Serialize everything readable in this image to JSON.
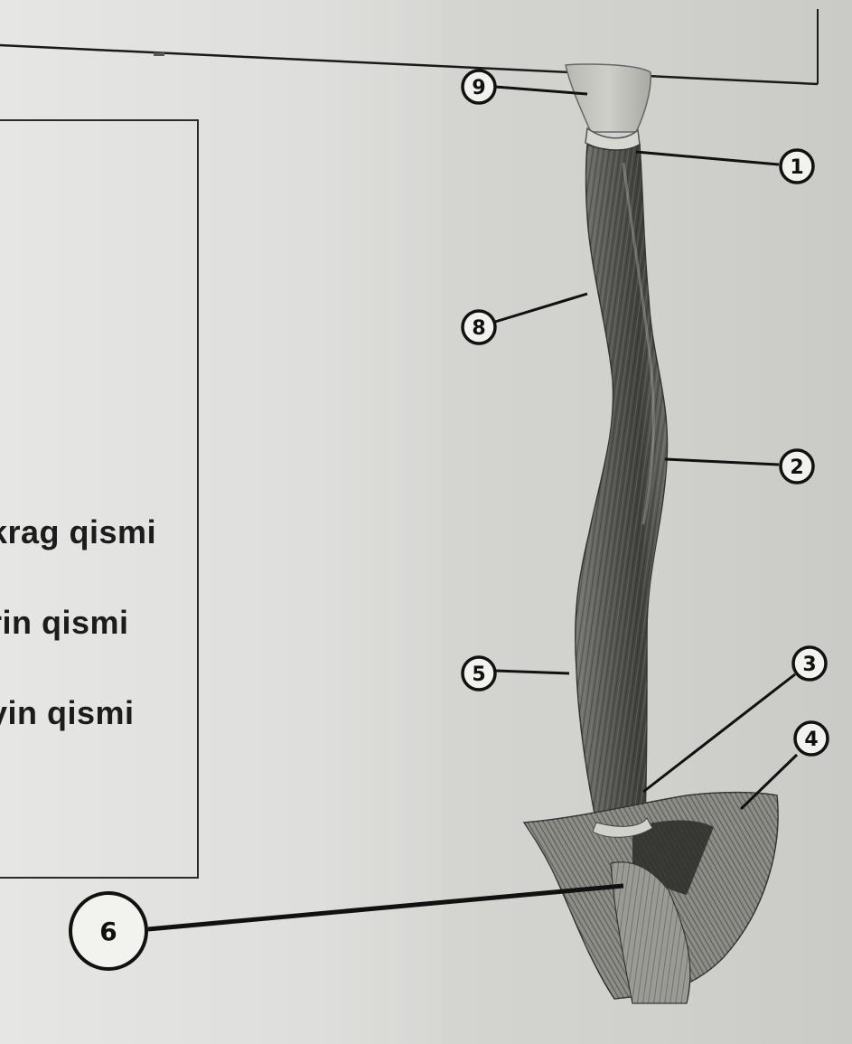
{
  "legend": {
    "items": [
      {
        "label": "krag qismi"
      },
      {
        "label": "rin qismi"
      },
      {
        "label": "yin qismi"
      }
    ]
  },
  "callouts": [
    {
      "number": "9"
    },
    {
      "number": "1"
    },
    {
      "number": "8"
    },
    {
      "number": "2"
    },
    {
      "number": "5"
    },
    {
      "number": "3"
    },
    {
      "number": "4"
    },
    {
      "number": "6"
    }
  ],
  "colors": {
    "muscle_dark": "#3a3a38",
    "muscle_mid": "#6e6e6a",
    "muscle_light": "#9a9a95",
    "line": "#111111"
  }
}
